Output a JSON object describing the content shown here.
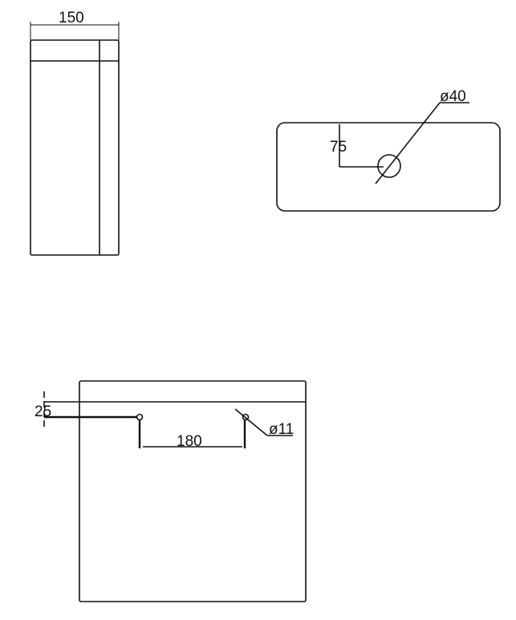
{
  "drawing": {
    "side_view": {
      "width_dim": "150"
    },
    "top_view": {
      "hole_diameter": "ø40",
      "hole_offset": "75"
    },
    "front_view": {
      "hole_offset_top": "25",
      "hole_spacing": "180",
      "hole_diameter": "ø11"
    }
  }
}
